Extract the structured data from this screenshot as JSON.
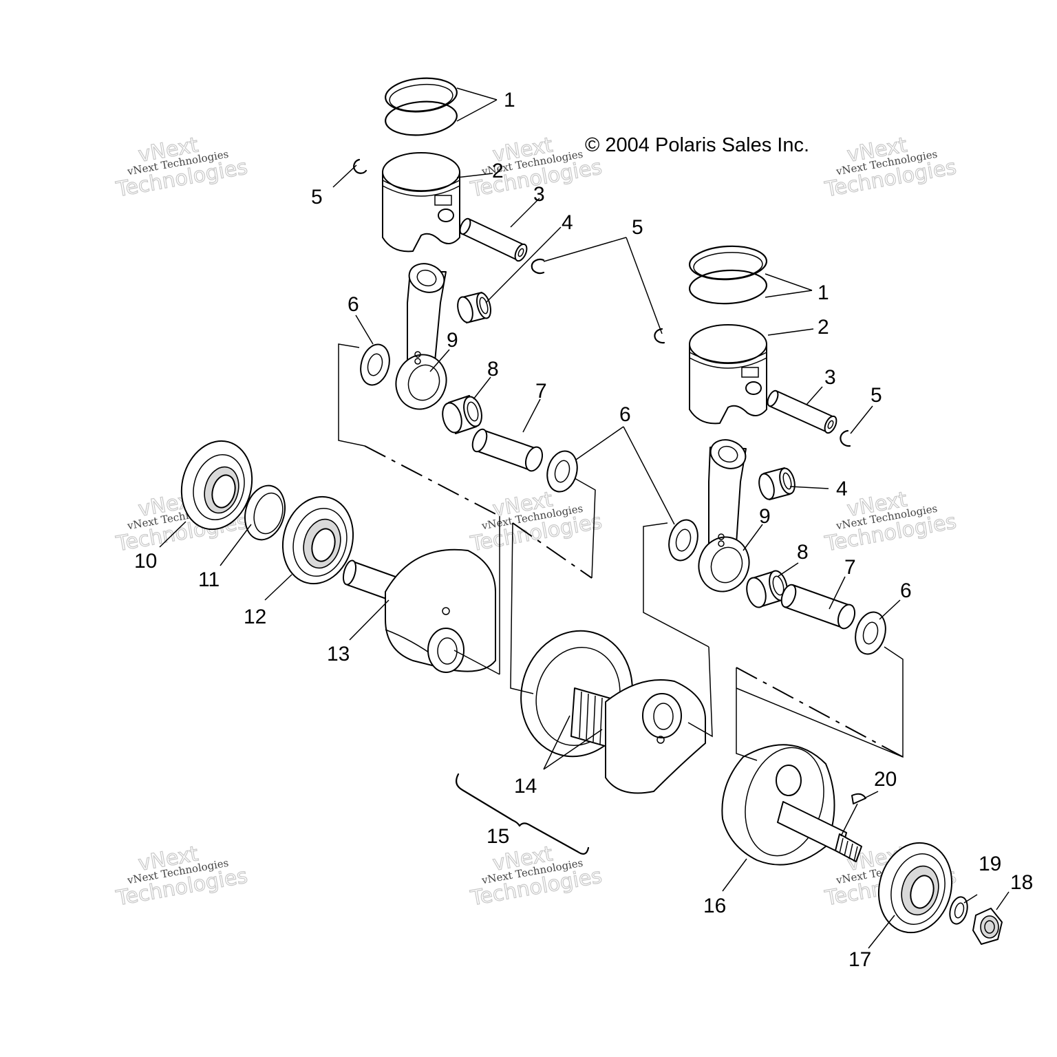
{
  "copyright": "© 2004 Polaris Sales Inc.",
  "watermark": {
    "line1": "vNext",
    "line2": "vNext Technologies",
    "line3": "Technologies"
  },
  "callouts": {
    "c1a": "1",
    "c2a": "2",
    "c3a": "3",
    "c4a": "4",
    "c5a": "5",
    "c5b": "5",
    "c6a": "6",
    "c8a": "8",
    "c9a": "9",
    "c7a": "7",
    "c1b": "1",
    "c2b": "2",
    "c3b": "3",
    "c5c": "5",
    "c6b": "6",
    "c4b": "4",
    "c9b": "9",
    "c8b": "8",
    "c7b": "7",
    "c6c": "6",
    "c10": "10",
    "c11": "11",
    "c12": "12",
    "c13": "13",
    "c14": "14",
    "c15": "15",
    "c16": "16",
    "c17": "17",
    "c18": "18",
    "c19": "19",
    "c20": "20"
  }
}
